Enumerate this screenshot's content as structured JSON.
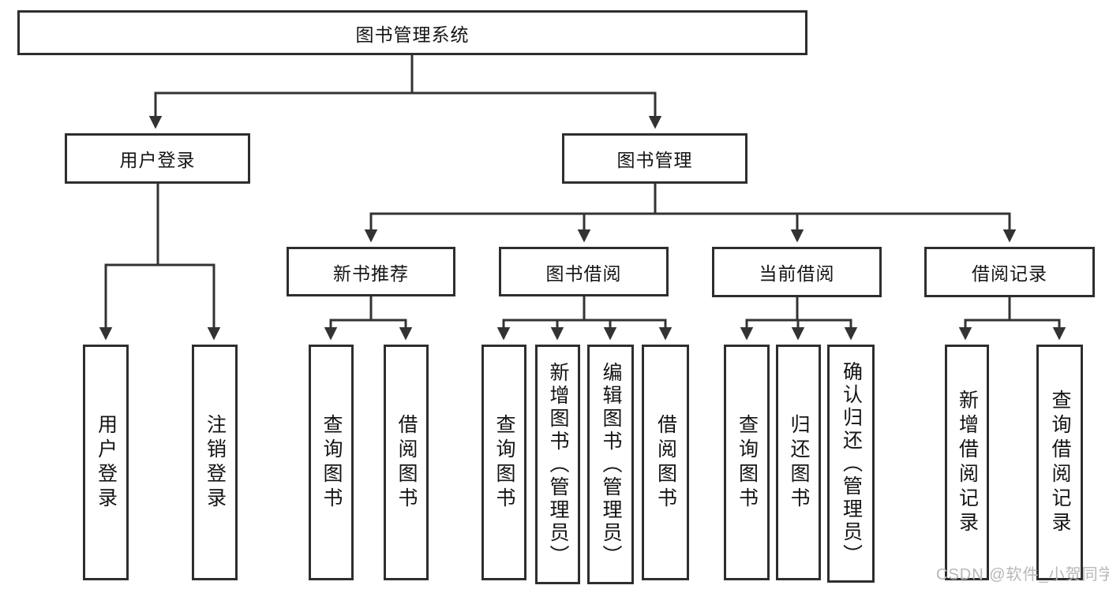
{
  "diagram": {
    "root": "图书管理系统",
    "user_login": {
      "label": "用户登录",
      "children": {
        "login": "用户登录",
        "logout": "注销登录"
      }
    },
    "book_mgmt": {
      "label": "图书管理",
      "sections": {
        "new_book": {
          "label": "新书推荐",
          "children": {
            "query": "查询图书",
            "borrow": "借阅图书"
          }
        },
        "borrow": {
          "label": "图书借阅",
          "children": {
            "query": "查询图书",
            "add": "新增图书（管理员）",
            "edit": "编辑图书（管理员）",
            "borrow": "借阅图书"
          }
        },
        "current": {
          "label": "当前借阅",
          "children": {
            "query": "查询图书",
            "return": "归还图书",
            "confirm": "确认归还（管理员）"
          }
        },
        "records": {
          "label": "借阅记录",
          "children": {
            "add": "新增借阅记录",
            "query": "查询借阅记录"
          }
        }
      }
    }
  },
  "watermark": {
    "text": "CSDN @软件_小贺同学"
  },
  "colors": {
    "line": "#333333",
    "border": "#2e2e2e",
    "text": "#141414",
    "watermark": "#b7b7b7",
    "background": "#ffffff"
  }
}
